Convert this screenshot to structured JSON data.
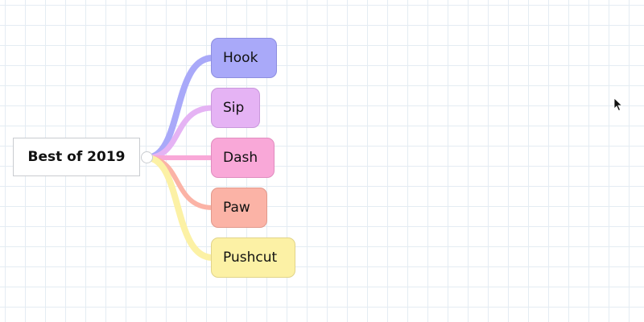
{
  "mindmap": {
    "root": {
      "label": "Best of 2019"
    },
    "children": [
      {
        "label": "Hook",
        "fill": "#a9a9f9",
        "border": "#8d8ee0"
      },
      {
        "label": "Sip",
        "fill": "#e5b3f4",
        "border": "#c998dc"
      },
      {
        "label": "Dash",
        "fill": "#f9a8d8",
        "border": "#e08cbf"
      },
      {
        "label": "Paw",
        "fill": "#fbb3a6",
        "border": "#e1998c"
      },
      {
        "label": "Pushcut",
        "fill": "#fcf1a5",
        "border": "#e1d48a"
      }
    ]
  }
}
